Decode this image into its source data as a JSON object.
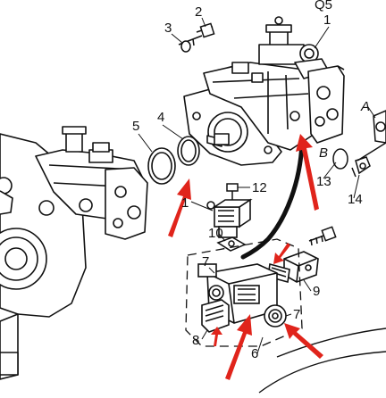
{
  "diagram": {
    "callouts": [
      "Q5",
      "1",
      "2",
      "3",
      "4",
      "5",
      "12",
      "1",
      "10",
      "7",
      "9",
      "7",
      "8",
      "6",
      "13",
      "14",
      "A",
      "B"
    ]
  },
  "colors": {
    "ink": "#111111",
    "arrow": "#e0241b",
    "paper": "#ffffff"
  }
}
